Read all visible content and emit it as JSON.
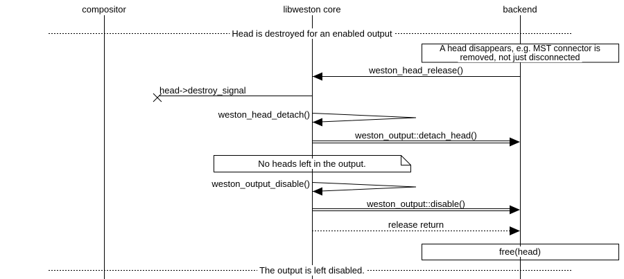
{
  "colors": {
    "foreground": "#000000",
    "background": "#ffffff"
  },
  "participants": [
    {
      "label": "compositor"
    },
    {
      "label": "libweston core"
    },
    {
      "label": "backend"
    }
  ],
  "dividers": [
    {
      "label": "Head is destroyed for an enabled output"
    },
    {
      "label": "The output is left disabled."
    }
  ],
  "notes": [
    {
      "lines": [
        "A head disappears, e.g. MST connector is",
        "removed, not just disconnected"
      ]
    },
    {
      "lines": [
        "No heads left in the output."
      ]
    },
    {
      "lines": [
        "free(head)"
      ]
    }
  ],
  "messages": [
    {
      "label": "weston_head_release()",
      "from": "backend",
      "to": "libweston core",
      "style": "solid-call"
    },
    {
      "label": "head->destroy_signal",
      "from": "libweston core",
      "to": "lost",
      "style": "lost-signal"
    },
    {
      "label": "weston_head_detach()",
      "from": "libweston core",
      "to": "libweston core",
      "style": "self-call"
    },
    {
      "label": "weston_output::detach_head()",
      "from": "libweston core",
      "to": "backend",
      "style": "double-call"
    },
    {
      "label": "weston_output_disable()",
      "from": "libweston core",
      "to": "libweston core",
      "style": "self-call"
    },
    {
      "label": "weston_output::disable()",
      "from": "libweston core",
      "to": "backend",
      "style": "double-call"
    },
    {
      "label": "release return",
      "from": "libweston core",
      "to": "backend",
      "style": "dotted-return"
    }
  ]
}
